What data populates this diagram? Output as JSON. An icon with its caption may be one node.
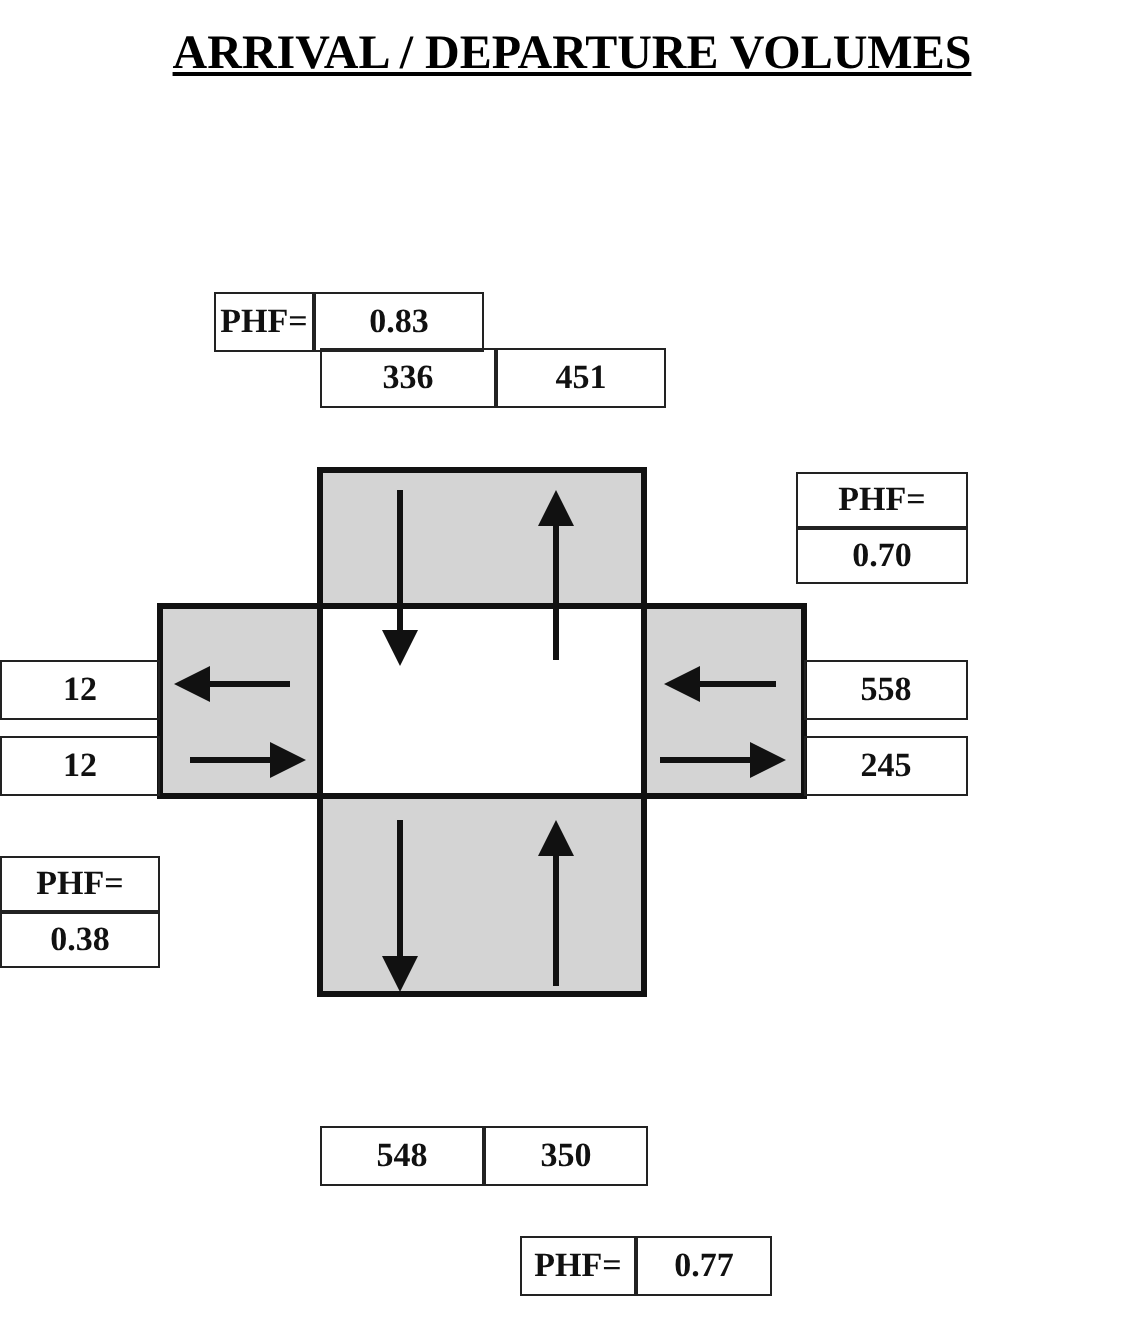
{
  "diagram": {
    "title": "ARRIVAL / DEPARTURE VOLUMES",
    "labels": [
      "PHF=",
      "0.83",
      "336",
      "451",
      "PHF=",
      "0.70",
      "12",
      "558",
      "12",
      "245",
      "PHF=",
      "0.38",
      "548",
      "350",
      "PHF=",
      "0.77"
    ]
  }
}
